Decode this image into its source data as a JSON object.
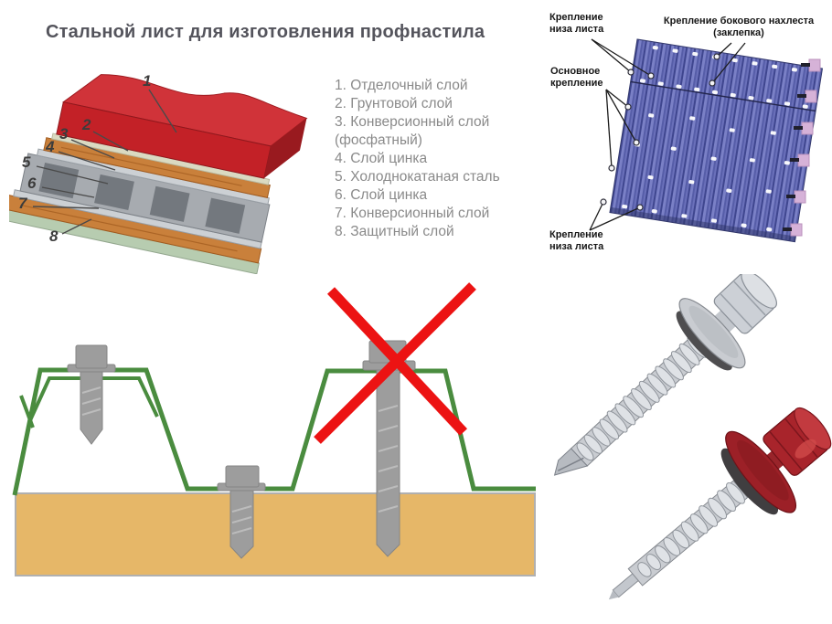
{
  "colors": {
    "title_text": "#54545c",
    "legend_text": "#8a8a8a",
    "label_text": "#161616",
    "profile_green": "#4a8c3f",
    "base_tan": "#e6b768",
    "cross_red": "#ec1313",
    "sheet_blue": "#6a70ba",
    "sheet_blue_dark": "#40478f",
    "layer_red": "#c32127",
    "screw_gray": "#9d9d9d",
    "zinc": "#c9ccd1",
    "red_head": "#a8242b"
  },
  "steel_sheet_panel": {
    "title": "Стальной лист для изготовления профнастила",
    "layer_numbers": [
      "1",
      "2",
      "3",
      "4",
      "5",
      "6",
      "7",
      "8"
    ],
    "legend": [
      "1. Отделочный слой",
      "2. Грунтовой слой",
      "3. Конверсионный слой (фосфатный)",
      "4. Слой цинка",
      "5. Холоднокатаная сталь",
      "6. Слой цинка",
      "7. Конверсионный слой",
      "8. Защитный слой"
    ]
  },
  "fastening_panel": {
    "label_bottom_edge_top": "Крепление низа листа",
    "label_side_overlap": "Крепление бокового нахлеста (заклепка)",
    "label_main": "Основное крепление",
    "label_bottom_edge_bottom": "Крепление низа листа"
  }
}
